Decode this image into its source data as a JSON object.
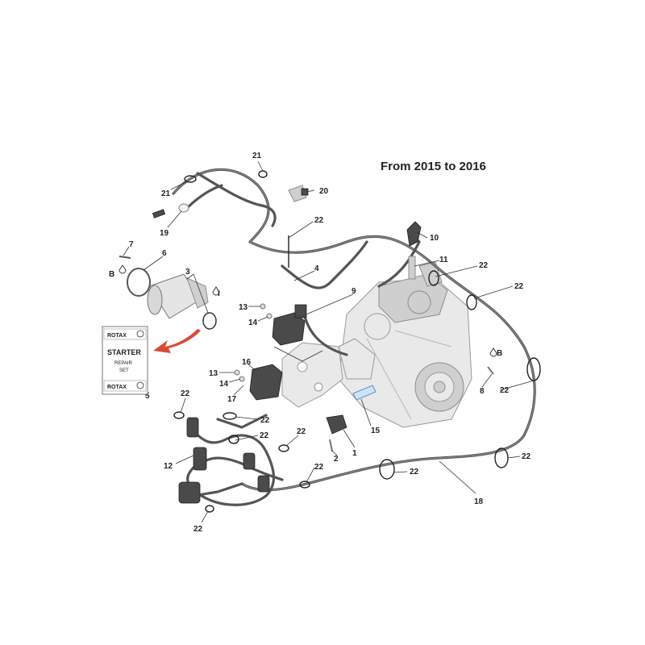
{
  "diagram": {
    "title": "From 2015 to 2016",
    "callouts": {
      "c1": "1",
      "c2": "2",
      "c3": "3",
      "c4": "4",
      "c5": "5",
      "c6": "6",
      "c7": "7",
      "c8": "8",
      "c9": "9",
      "c10": "10",
      "c11": "11",
      "c12": "12",
      "c13a": "13",
      "c13b": "13",
      "c14a": "14",
      "c14b": "14",
      "c15": "15",
      "c16": "16",
      "c17": "17",
      "c18": "18",
      "c19": "19",
      "c20": "20",
      "c21a": "21",
      "c21b": "21",
      "c22a": "22",
      "c22b": "22",
      "c22c": "22",
      "c22d": "22",
      "c22e": "22",
      "c22f": "22",
      "c22g": "22",
      "c22h": "22",
      "c22i": "22",
      "c22j": "22",
      "c22k": "22",
      "c22l": "22",
      "markB1": "B",
      "markB2": "B",
      "markI": "I"
    },
    "repair_set": {
      "brand_top": "ROTAX",
      "heading": "STARTER",
      "line1": "REPAIR",
      "line2": "SET",
      "brand_bottom": "ROTAX"
    }
  }
}
